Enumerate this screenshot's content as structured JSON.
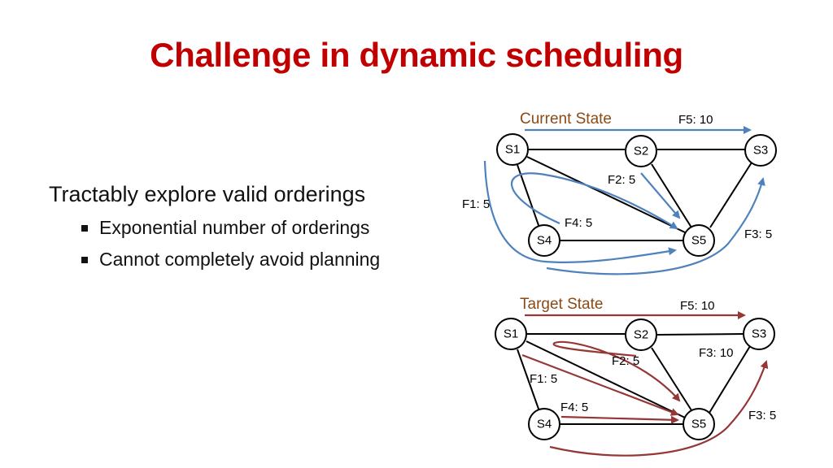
{
  "slide": {
    "title": "Challenge in dynamic scheduling",
    "bullets": {
      "main": "Tractably explore valid orderings",
      "subs": [
        "Exponential number of orderings",
        "Cannot completely avoid planning"
      ]
    }
  },
  "diagrams": {
    "current": {
      "state_label": "Current State",
      "nodes": {
        "s1": "S1",
        "s2": "S2",
        "s3": "S3",
        "s4": "S4",
        "s5": "S5"
      },
      "flows": {
        "f5": "F5: 10",
        "f2": "F2: 5",
        "f1": "F1: 5",
        "f4": "F4: 5",
        "f3": "F3: 5"
      }
    },
    "target": {
      "state_label": "Target State",
      "nodes": {
        "s1": "S1",
        "s2": "S2",
        "s3": "S3",
        "s4": "S4",
        "s5": "S5"
      },
      "flows": {
        "f5": "F5: 10",
        "f2": "F2: 5",
        "f3_10": "F3: 10",
        "f1": "F1: 5",
        "f4": "F4: 5",
        "f3": "F3: 5"
      }
    }
  },
  "colors": {
    "title": "#c00000",
    "state_label": "#8b4a16",
    "current_flow": "#4f81bd",
    "target_flow": "#953735"
  }
}
